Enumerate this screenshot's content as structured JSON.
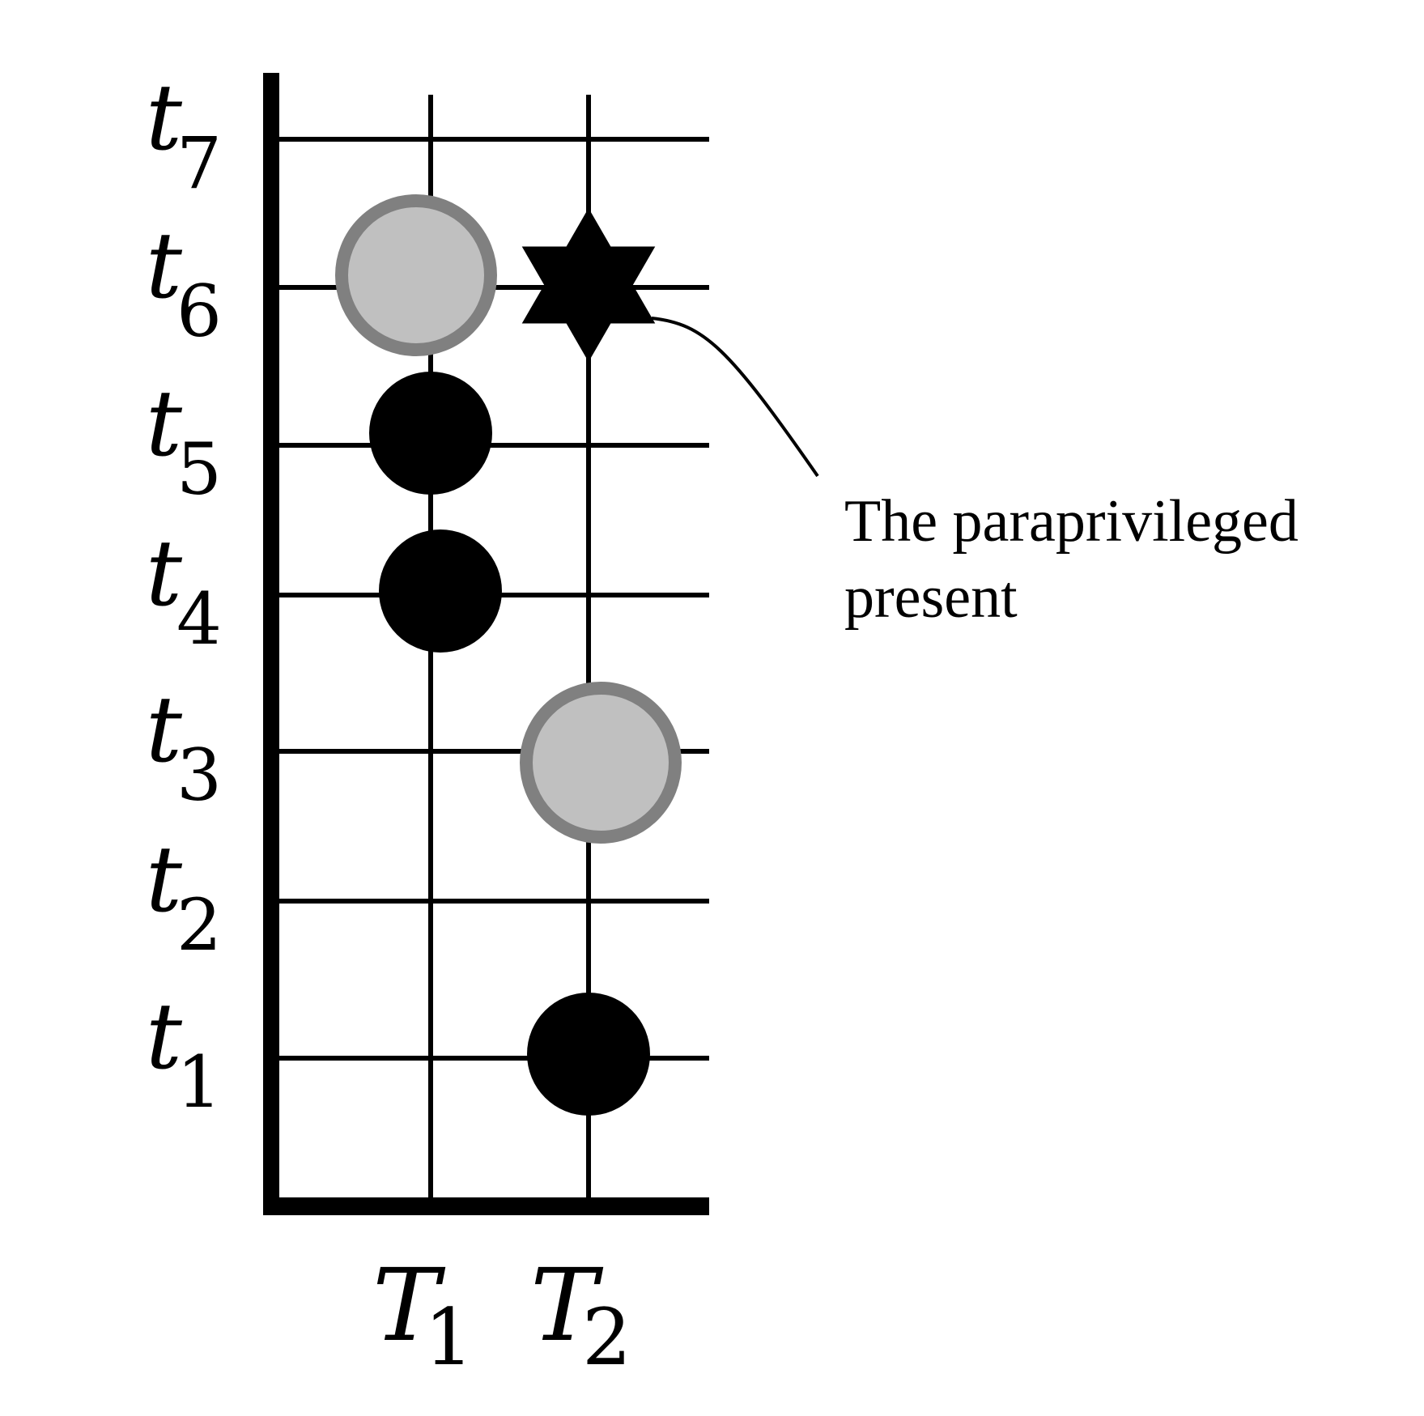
{
  "diagram": {
    "rows": [
      {
        "var": "t",
        "sub": "1"
      },
      {
        "var": "t",
        "sub": "2"
      },
      {
        "var": "t",
        "sub": "3"
      },
      {
        "var": "t",
        "sub": "4"
      },
      {
        "var": "t",
        "sub": "5"
      },
      {
        "var": "t",
        "sub": "6"
      },
      {
        "var": "t",
        "sub": "7"
      }
    ],
    "columns": [
      {
        "var": "T",
        "sub": "1"
      },
      {
        "var": "T",
        "sub": "2"
      }
    ],
    "markers": [
      {
        "id": "t6-T1",
        "row": 6,
        "col": 1,
        "shape": "ring-circle"
      },
      {
        "id": "t6-T2",
        "row": 6,
        "col": 2,
        "shape": "hexagram-star"
      },
      {
        "id": "t5-T1",
        "row": 5,
        "col": 1,
        "shape": "filled-circle"
      },
      {
        "id": "t4-T1",
        "row": 4,
        "col": 1,
        "shape": "filled-circle"
      },
      {
        "id": "t3-T2",
        "row": 3,
        "col": 2,
        "shape": "ring-circle"
      },
      {
        "id": "t1-T2",
        "row": 1,
        "col": 2,
        "shape": "filled-circle"
      }
    ],
    "annotation": {
      "target": "t6-T2",
      "lines": [
        "The paraprivileged",
        "present"
      ]
    },
    "colors": {
      "ink": "#000000",
      "ring_fill": "#c0c0c0",
      "ring_stroke": "#808080",
      "background": "#ffffff"
    }
  }
}
